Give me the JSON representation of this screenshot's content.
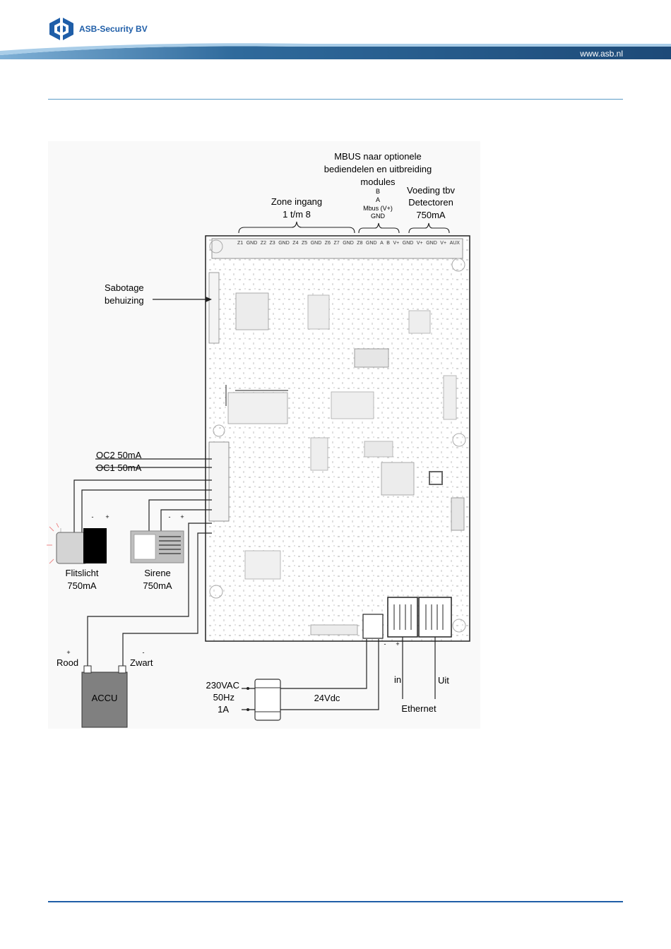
{
  "header": {
    "brand_name": "ASB-Security BV",
    "website": "www.asb.nl",
    "colors": {
      "brand_blue": "#1f5ea8",
      "header_band": "#2e5c8a",
      "rule": "#5b9bc7"
    }
  },
  "diagram": {
    "labels": {
      "mbus_1": "MBUS naar optionele",
      "mbus_2": "bediendelen en uitbreiding",
      "mbus_3": "modules",
      "mbus_b": "B",
      "mbus_a": "A",
      "mbus_vplus": "Mbus (V+)",
      "mbus_gnd": "GND",
      "zone_1": "Zone ingang",
      "zone_2": "1 t/m 8",
      "voeding_1": "Voeding tbv",
      "voeding_2": "Detectoren",
      "voeding_3": "750mA",
      "sabotage_1": "Sabotage",
      "sabotage_2": "behuizing",
      "oc2": "OC2 50mA",
      "oc1": "OC1 50mA",
      "flits_minus": "-",
      "flits_plus": "+",
      "sirene_minus": "-",
      "sirene_plus": "+",
      "flitslicht_1": "Flitslicht",
      "flitslicht_2": "750mA",
      "sirene_1": "Sirene",
      "sirene_2": "750mA",
      "rood_plus": "+",
      "rood": "Rood",
      "zwart_minus": "-",
      "zwart": "Zwart",
      "accu": "ACCU",
      "ac_1": "230VAC",
      "ac_2": "50Hz",
      "ac_3": "1A",
      "dc": "24Vdc",
      "dc_minus": "-",
      "dc_plus": "+",
      "in": "in",
      "uit": "Uit",
      "ethernet": "Ethernet"
    },
    "terminal_labels": [
      "Z1",
      "GND",
      "Z2",
      "Z3",
      "GND",
      "Z4",
      "Z5",
      "GND",
      "Z6",
      "Z7",
      "GND",
      "Z8",
      "GND",
      "A",
      "B",
      "V+",
      "GND",
      "V+",
      "GND",
      "V+",
      "AUX"
    ]
  }
}
